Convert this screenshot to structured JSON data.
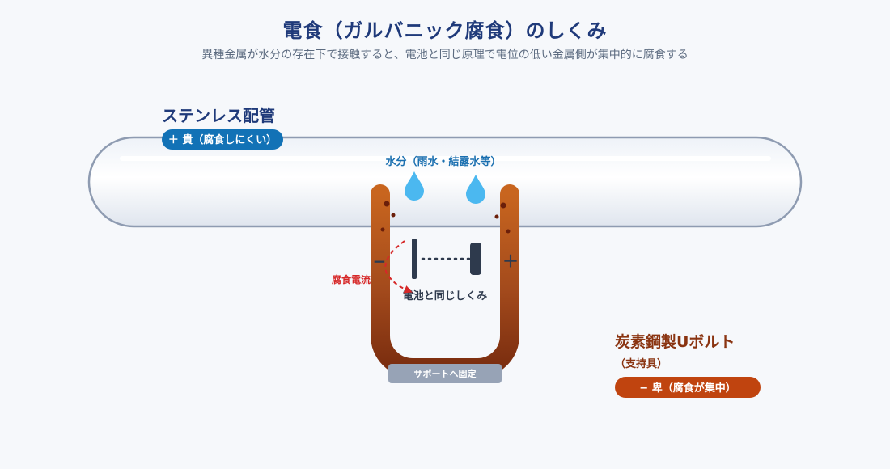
{
  "header": {
    "title": "電食（ガルバニック腐食）のしくみ",
    "subtitle": "異種金属が水分の存在下で接触すると、電池と同じ原理で電位の低い金属側が集中的に腐食する"
  },
  "pipe": {
    "name": "ステンレス配管",
    "badge": "＋ 貴（腐食しにくい）"
  },
  "water": {
    "label": "水分（雨水・結露水等）"
  },
  "battery": {
    "minus_sign": "−",
    "plus_sign": "＋",
    "label": "電池と同じしくみ"
  },
  "current": {
    "label": "腐食電流"
  },
  "support": {
    "label": "サポートへ固定"
  },
  "bolt": {
    "name": "炭素鋼製Uボルト",
    "sub": "（支持具）",
    "badge": "− 卑（腐食が集中）"
  },
  "colors": {
    "pipe_outline": "#8e9bb1",
    "pipe_badge": "#1272b6",
    "bolt_rust": "#b85a22",
    "bolt_badge": "#c0440f",
    "water_drop": "#4bb8f0",
    "current_arrow": "#d62828",
    "title_text": "#1f3a7a"
  }
}
